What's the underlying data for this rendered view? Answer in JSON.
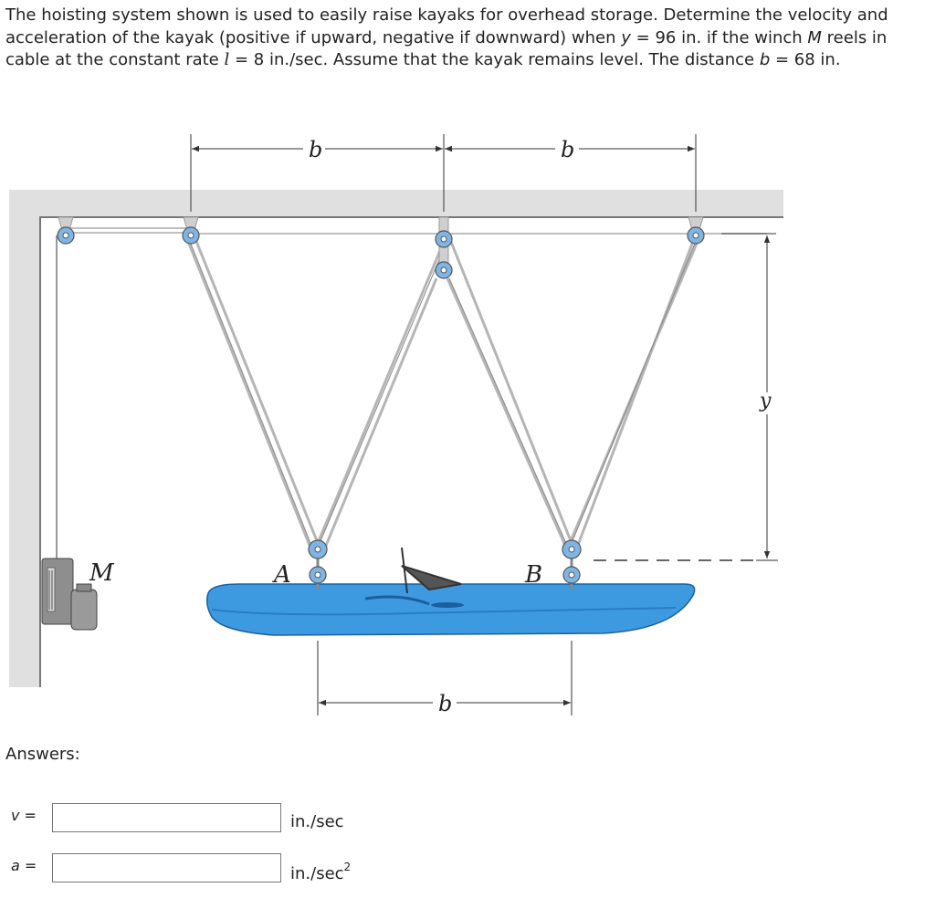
{
  "problem": {
    "part1": "The hoisting system shown is used to easily raise kayaks for overhead storage. Determine the velocity and acceleration of the kayak (positive if upward, negative if downward) when ",
    "y_var": "y",
    "part2": " = 96 in. if the winch ",
    "m_var": "M",
    "part3": " reels in cable at the constant rate ",
    "l_var": "l",
    "part4": " = 8 in./sec. Assume that the kayak remains level. The distance ",
    "b_var": "b",
    "part5": " = 68 in."
  },
  "figure": {
    "labels": {
      "b_top_left": "b",
      "b_top_right": "b",
      "b_bottom": "b",
      "y": "y",
      "M": "M",
      "A": "A",
      "B": "B"
    },
    "colors": {
      "kayak": "#3c98e0",
      "kayak_dark": "#1f6fb8",
      "wall": "#d6d6d6",
      "cable": "#9a9a9a",
      "pulley": "#6aa8e0"
    }
  },
  "answers": {
    "title": "Answers:",
    "velocity": {
      "var": "v",
      "eq": " =",
      "value": "",
      "unit": "in./sec"
    },
    "acceleration": {
      "var": "a",
      "eq": " =",
      "value": "",
      "unit_base": "in./sec",
      "unit_exp": "2"
    }
  }
}
